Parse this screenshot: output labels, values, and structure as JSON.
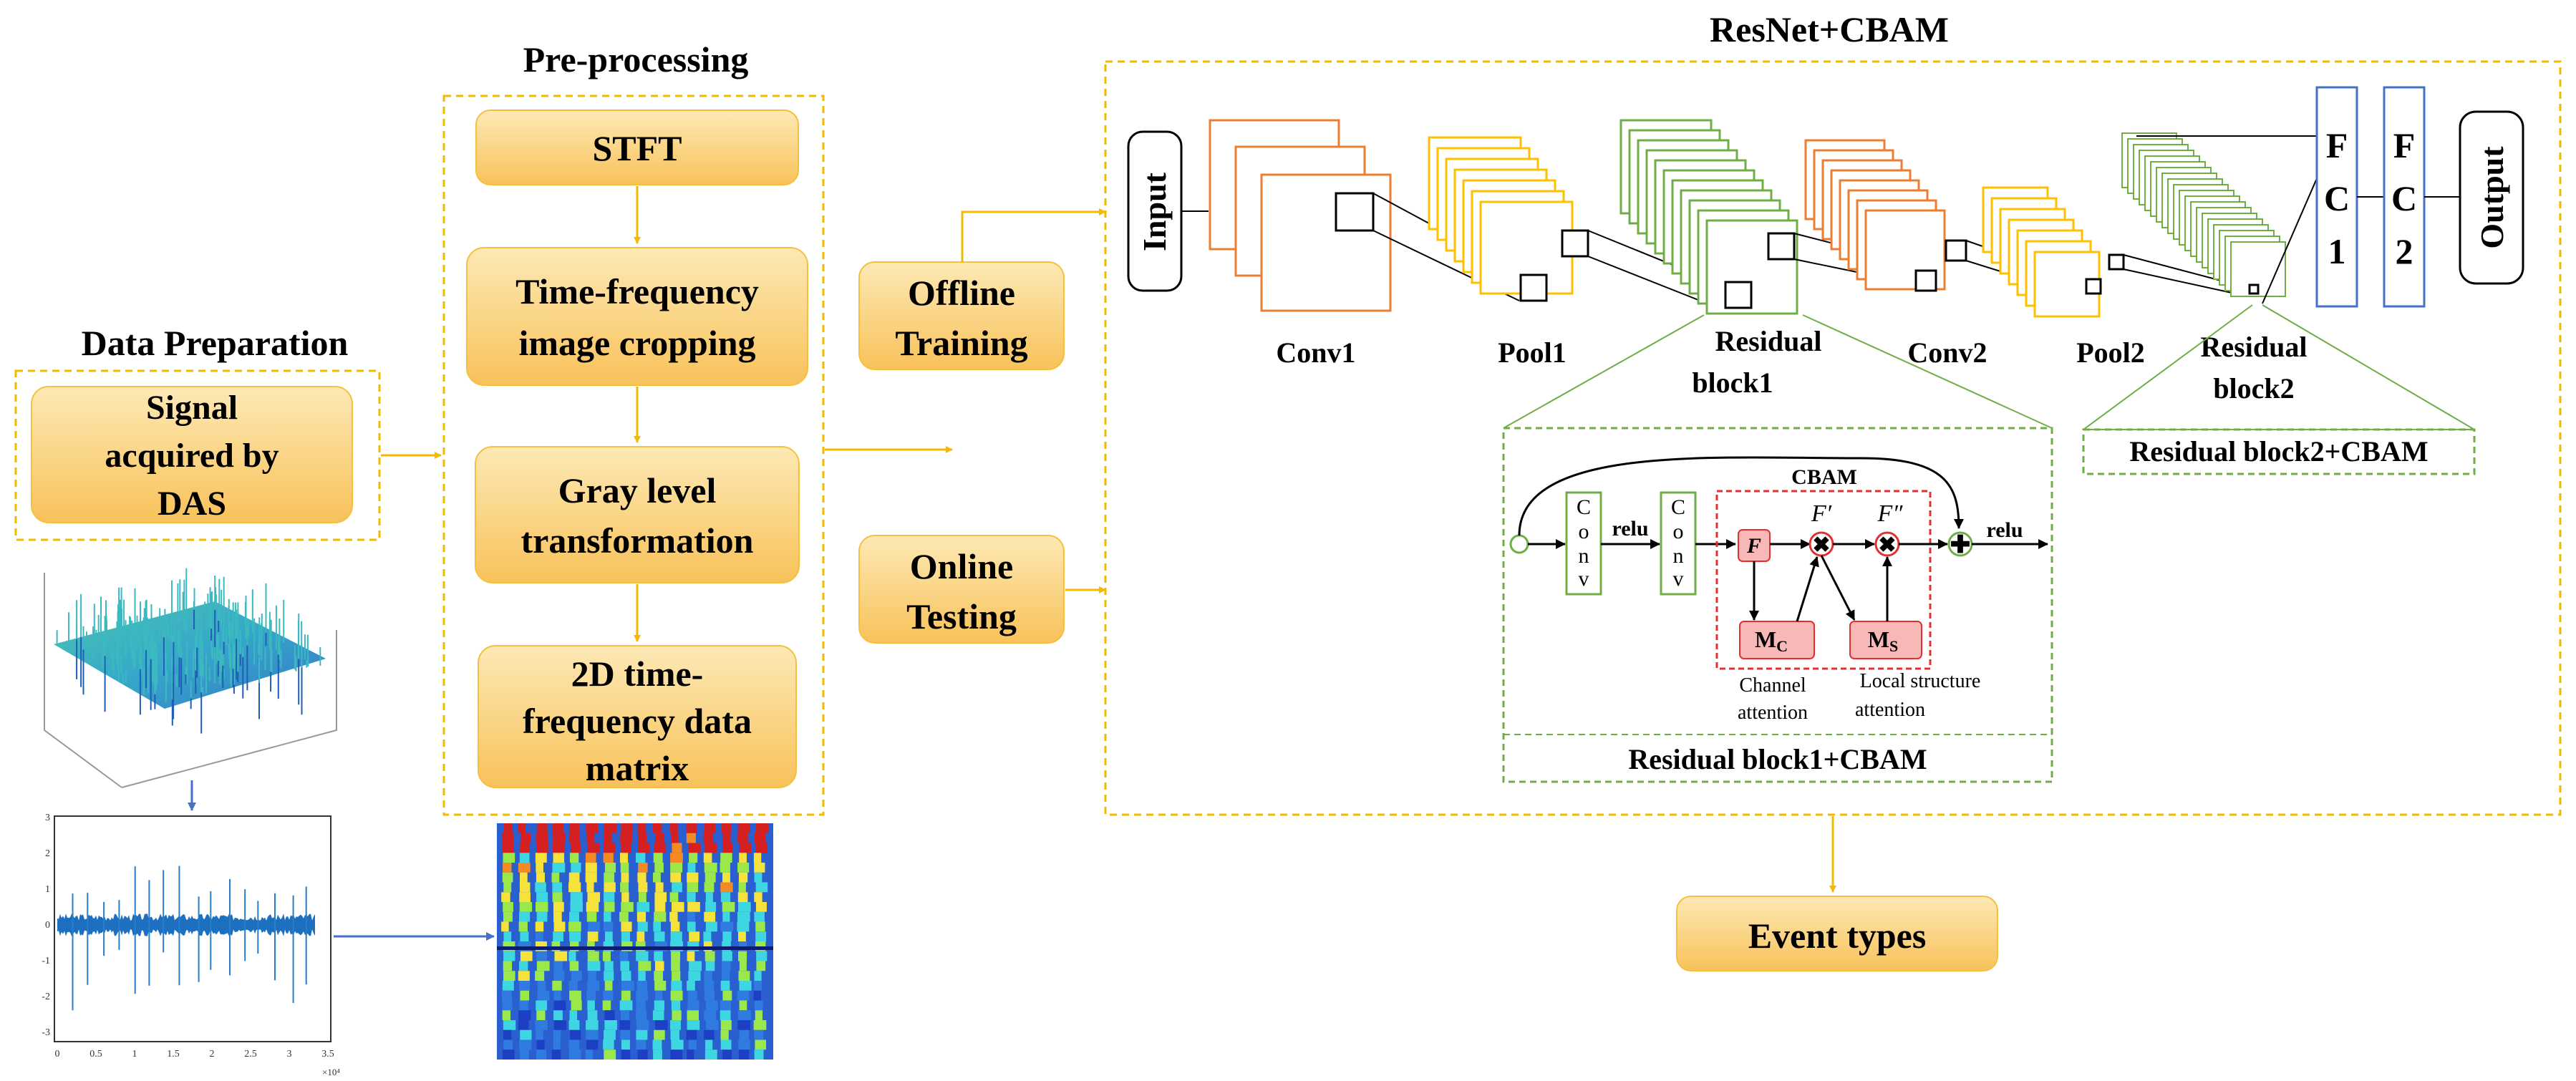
{
  "data_preparation": {
    "title": "Data Preparation",
    "signal_box": [
      "Signal",
      "acquired by",
      "DAS"
    ],
    "waveform_axis": {
      "x_ticks": [
        "0",
        "0.5",
        "1",
        "1.5",
        "2",
        "2.5",
        "3",
        "3.5"
      ],
      "x_exponent": "×10⁴",
      "y_ticks": [
        "3",
        "2",
        "1",
        "0",
        "-1",
        "-2",
        "-3"
      ]
    }
  },
  "preprocessing": {
    "title": "Pre-processing",
    "steps": [
      {
        "lines": [
          "STFT"
        ]
      },
      {
        "lines": [
          "Time-frequency",
          "image cropping"
        ]
      },
      {
        "lines": [
          "Gray level",
          "transformation"
        ]
      },
      {
        "lines": [
          "2D time-",
          "frequency data",
          "matrix"
        ]
      }
    ]
  },
  "modes": {
    "offline": [
      "Offline",
      "Training"
    ],
    "online": [
      "Online",
      "Testing"
    ]
  },
  "network": {
    "title": "ResNet+CBAM",
    "input_label": "Input",
    "output_label": "Output",
    "layer_labels": {
      "conv1": "Conv1",
      "pool1": "Pool1",
      "res1": [
        "Residual",
        "block1"
      ],
      "conv2": "Conv2",
      "pool2": "Pool2",
      "res2": [
        "Residual",
        "block2"
      ]
    },
    "fc1": [
      "F",
      "C",
      "1"
    ],
    "fc2": [
      "F",
      "C",
      "2"
    ],
    "residual_block2_caption": "Residual block2+CBAM"
  },
  "residual_block1": {
    "caption": "Residual block1+CBAM",
    "cbam_label": "CBAM",
    "conv_letters": [
      "C",
      "o",
      "n",
      "v"
    ],
    "relu_label": "relu",
    "f_label": "F",
    "f_prime": "F′",
    "f_double_prime": "F″",
    "mc_label": "M",
    "mc_sub": "C",
    "ms_label": "M",
    "ms_sub": "S",
    "channel_attention": [
      "Channel",
      "attention"
    ],
    "local_attention": [
      "Local structure",
      "attention"
    ]
  },
  "output": {
    "label": "Event types"
  },
  "colors": {
    "yellow": "#f5b800",
    "box_fill_top": "#fde7b0",
    "box_fill_bottom": "#f8c460",
    "conv_orange": "#ed7d31",
    "pool_yellow": "#ffc000",
    "res_green": "#70ad47",
    "fc_blue": "#4472c4",
    "cbam_red": "#e03030",
    "attention_fill": "#f8b8b8",
    "arrow_blue": "#4472c4"
  }
}
